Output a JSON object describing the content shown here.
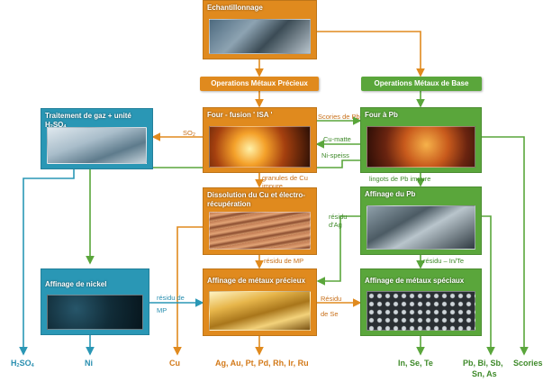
{
  "boxes": {
    "sampling": "Echantillonnage",
    "gas_treatment": "Traitement de gaz + unité H",
    "gas_treatment_sub2": "2",
    "gas_treatment_mid": "SO",
    "gas_treatment_sub4": "4",
    "isa_furnace": "Four - fusion ' ISA '",
    "pb_furnace": "Four à Pb",
    "cu_dissolution": "Dissolution du Cu et électro-récupération",
    "pb_refining": "Affinage du Pb",
    "nickel_refining": "Affinage de nickel",
    "precious_refining": "Affinage de métaux précieux",
    "special_refining": "Affinage de métaux spéciaux"
  },
  "tags": {
    "precious_ops": "Operations Métaux Précieux",
    "base_ops": "Operations Métaux de Base"
  },
  "flows": {
    "so2": "SO",
    "so2_sub": "2",
    "pb_slag": "Scories de Pb",
    "cu_matte": "Cu-matte",
    "ni_speiss": "Ni-speiss",
    "cu_granules": "granules de Cu impure",
    "pb_bullion": "lingots de Pb impure",
    "ag_residue": "résidu d'Ag",
    "mp_residue_1": "résidu de MP",
    "mp_residue_2": "résidu de MP",
    "in_te_residue": "résidu – In/Te",
    "se_residue": "Résidu de Se"
  },
  "outputs": {
    "h2so4": "H",
    "h2so4_sub2": "2",
    "h2so4_mid": "SO",
    "h2so4_sub4": "4",
    "ni": "Ni",
    "cu": "Cu",
    "precious_metals": "Ag, Au, Pt, Pd, Rh, Ir, Ru",
    "in_se_te": "In, Se, Te",
    "pb_bi_sb": "Pb, Bi, Sb,",
    "sn_as": "Sn, As",
    "slag": "Scories"
  },
  "colors": {
    "orange": "#e08a1e",
    "green": "#5aa63b",
    "teal": "#2a97b5"
  }
}
